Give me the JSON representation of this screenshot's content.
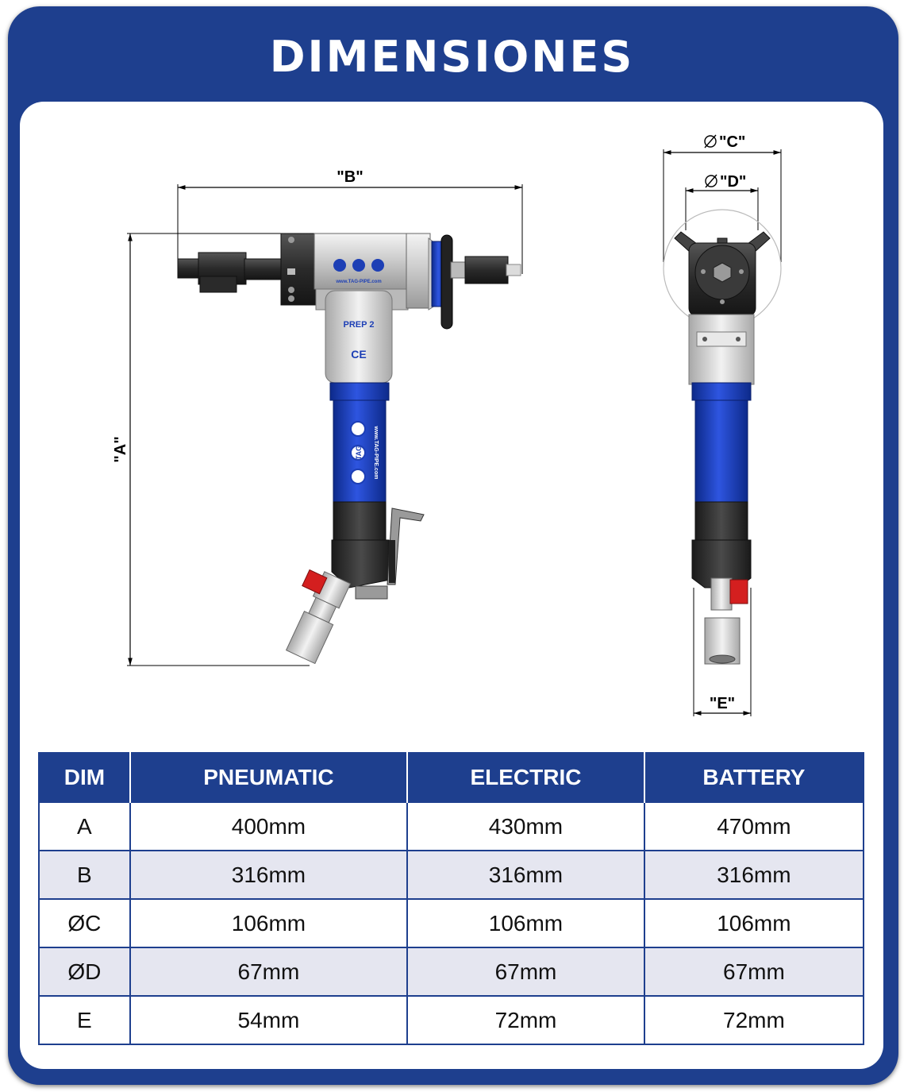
{
  "title": "DIMENSIONES",
  "diagram": {
    "label_a": "\"A\"",
    "label_b": "\"B\"",
    "label_c": "\"C\"",
    "label_d": "\"D\"",
    "label_e": "\"E\"",
    "brand_logo": "TAG",
    "brand_url": "www.TAG-PIPE.com",
    "model": "PREP 2",
    "ce_mark": "CE",
    "colors": {
      "blue": "#1d3fb5",
      "dark": "#2a2a2a",
      "silver": "#d8d8d8",
      "red": "#d41f1f",
      "frame": "#1e3f8e"
    }
  },
  "table": {
    "headers": [
      "DIM",
      "PNEUMATIC",
      "ELECTRIC",
      "BATTERY"
    ],
    "rows": [
      [
        "A",
        "400mm",
        "430mm",
        "470mm"
      ],
      [
        "B",
        "316mm",
        "316mm",
        "316mm"
      ],
      [
        "ØC",
        "106mm",
        "106mm",
        "106mm"
      ],
      [
        "ØD",
        "67mm",
        "67mm",
        "67mm"
      ],
      [
        "E",
        "54mm",
        "72mm",
        "72mm"
      ]
    ]
  }
}
